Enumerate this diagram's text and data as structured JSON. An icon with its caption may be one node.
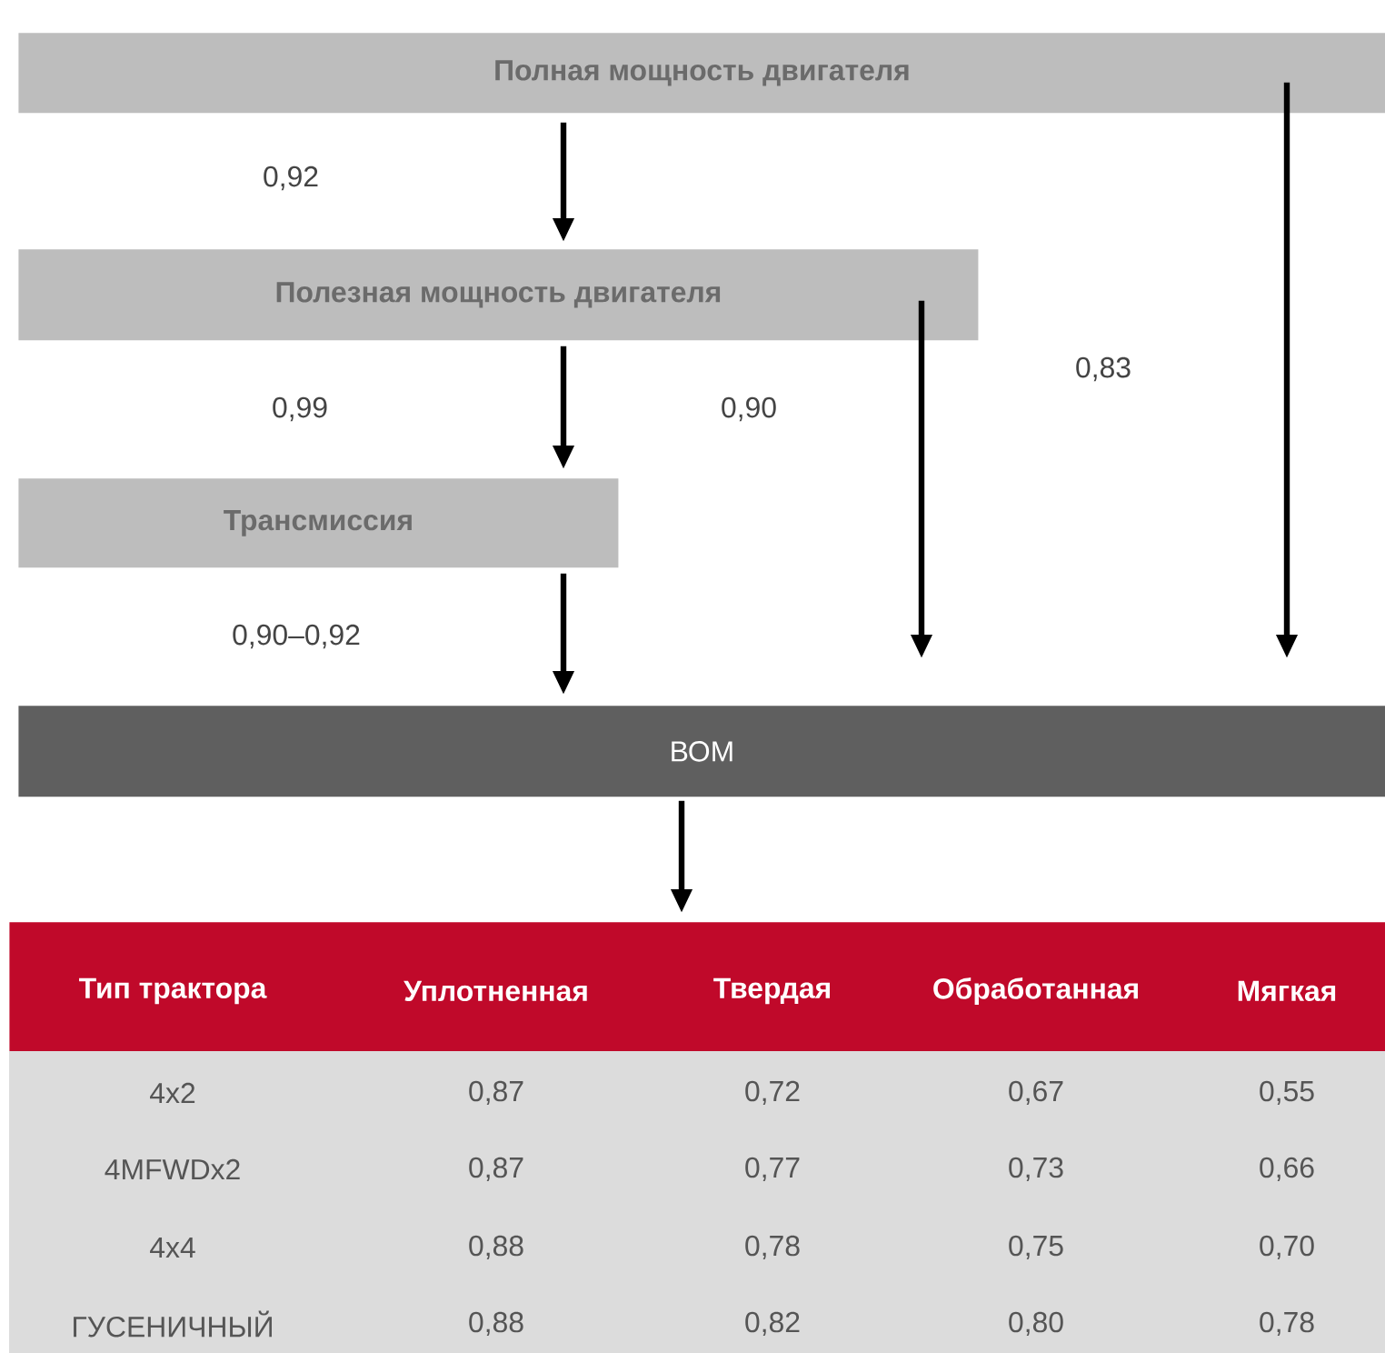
{
  "diagram": {
    "nodes": [
      {
        "text": [
          "Полная мощность двигателя"
        ]
      },
      {
        "text": [
          "Полезная мощность двигателя"
        ]
      },
      {
        "text": [
          "Трансмиссия"
        ]
      },
      {
        "text": [
          "ВОМ"
        ]
      },
      {
        "text": [],
        "shape": "box"
      }
    ],
    "edges": [
      {
        "from": 0,
        "to": 1,
        "arrow": "to"
      },
      {
        "from": 0,
        "to": 3,
        "arrow": "to"
      },
      {
        "from": 1,
        "to": 2,
        "arrow": "to"
      },
      {
        "from": 1,
        "to": 3,
        "arrow": "to"
      },
      {
        "from": 2,
        "to": 3,
        "arrow": "to"
      },
      {
        "from": 3,
        "to": 4,
        "arrow": "to"
      }
    ],
    "labels": [
      "0,92",
      "0,83",
      "0,99",
      "0,90",
      "0,90–0,92",
      "Тип трактора",
      "Уплотненная",
      "Твердая",
      "Обработанная",
      "Мягкая",
      "4x2",
      "0,87",
      "0,72",
      "0,67",
      "0,55",
      "4MFWDx2",
      "0,87",
      "0,77",
      "0,73",
      "0,66",
      "4x4",
      "0,88",
      "0,78",
      "0,75",
      "0,70",
      "ГУСЕНИЧНЫЙ",
      "0,88",
      "0,82",
      "0,80",
      "0,78"
    ]
  }
}
